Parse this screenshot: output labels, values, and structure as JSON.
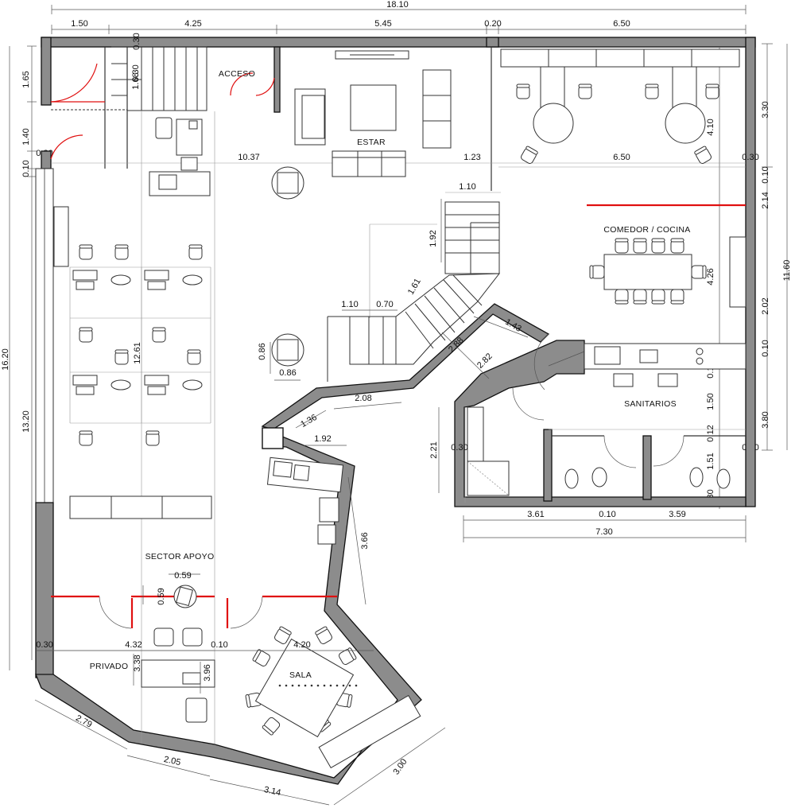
{
  "plan": {
    "rooms": {
      "acceso": "ACCESO",
      "estar": "ESTAR",
      "comedor": "COMEDOR / COCINA",
      "sanitarios": "SANITARIOS",
      "sector_apoyo": "SECTOR APOYO",
      "privado": "PRIVADO",
      "sala": "SALA"
    },
    "dimensions": {
      "top_total": "18.10",
      "top_1": "1.50",
      "top_2": "4.25",
      "top_3": "5.45",
      "top_4": "0.20",
      "top_5": "6.50",
      "stair_030": "0.30",
      "stair_168": "1.68",
      "left_165": "1.65",
      "left_140": "1.40",
      "left_030": "0.30",
      "left_010": "0.10",
      "left_1620": "16.20",
      "left_1320": "13.20",
      "row_1037": "10.37",
      "row_123": "1.23",
      "row_650": "6.50",
      "row_030r": "0.30",
      "right_330": "3.30",
      "right_410": "4.10",
      "right_010a": "0.10",
      "right_214": "2.14",
      "right_1160": "11.60",
      "right_426": "4.26",
      "right_202": "2.02",
      "right_010b": "0.10",
      "right_012a": "0.12",
      "right_150": "1.50",
      "right_380": "3.80",
      "right_012b": "0.12",
      "right_151": "1.51",
      "right_030b": "0.30",
      "right_030c": "0.30",
      "stair_110": "1.10",
      "stair_192": "1.92",
      "stair_161": "1.61",
      "stair_110b": "1.10",
      "stair_070": "0.70",
      "diag_143": "1.43",
      "diag_288": "2.88",
      "diag_282": "2.82",
      "col_086h": "0.86",
      "col_086w": "0.86",
      "desk_1261": "12.61",
      "wall_136": "1.36",
      "wall_208": "2.08",
      "wall_192": "1.92",
      "wall_366": "3.66",
      "san_221": "2.21",
      "san_030": "0.30",
      "san_361": "3.61",
      "san_010": "0.10",
      "san_359": "3.59",
      "san_730": "7.30",
      "col_059a": "0.59",
      "col_059b": "0.59",
      "priv_030": "0.30",
      "priv_432": "4.32",
      "priv_010": "0.10",
      "sala_420": "4.20",
      "priv_338": "3.38",
      "priv_396": "3.96",
      "bot_279": "2.79",
      "bot_205": "2.05",
      "bot_314": "3.14",
      "bot_300": "3.00"
    }
  }
}
